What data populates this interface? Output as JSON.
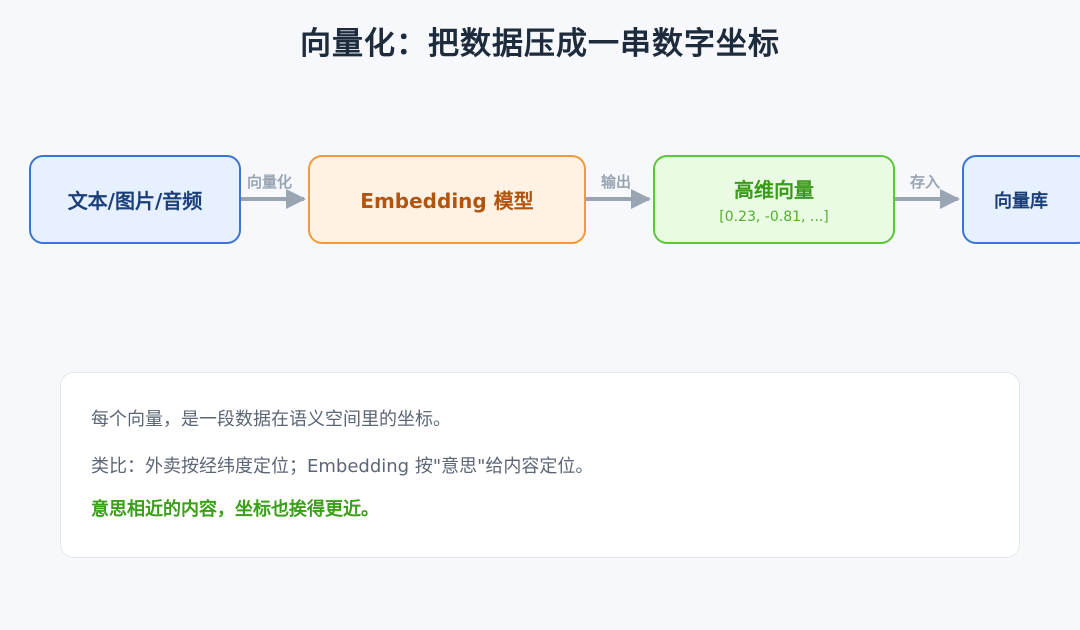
{
  "title": "向量化：把数据压成一串数字坐标",
  "flow": {
    "input_box": "文本/图片/音频",
    "arrow1_label": "向量化",
    "model_box": "Embedding 模型",
    "arrow2_label": "输出",
    "vector_box": {
      "title": "高维向量",
      "example": "[0.23, -0.81, ...]"
    },
    "arrow3_label": "存入",
    "db_box": "向量库"
  },
  "note": {
    "line1": "每个向量，是一段数据在语义空间里的坐标。",
    "line2": "类比：外卖按经纬度定位；Embedding 按\"意思\"给内容定位。",
    "line3": "意思相近的内容，坐标也挨得更近。"
  },
  "colors": {
    "input": "#3a76d1",
    "model": "#f29a3a",
    "vector": "#5ac63a",
    "arrow": "#9aa5b4",
    "highlight": "#3aa017"
  }
}
